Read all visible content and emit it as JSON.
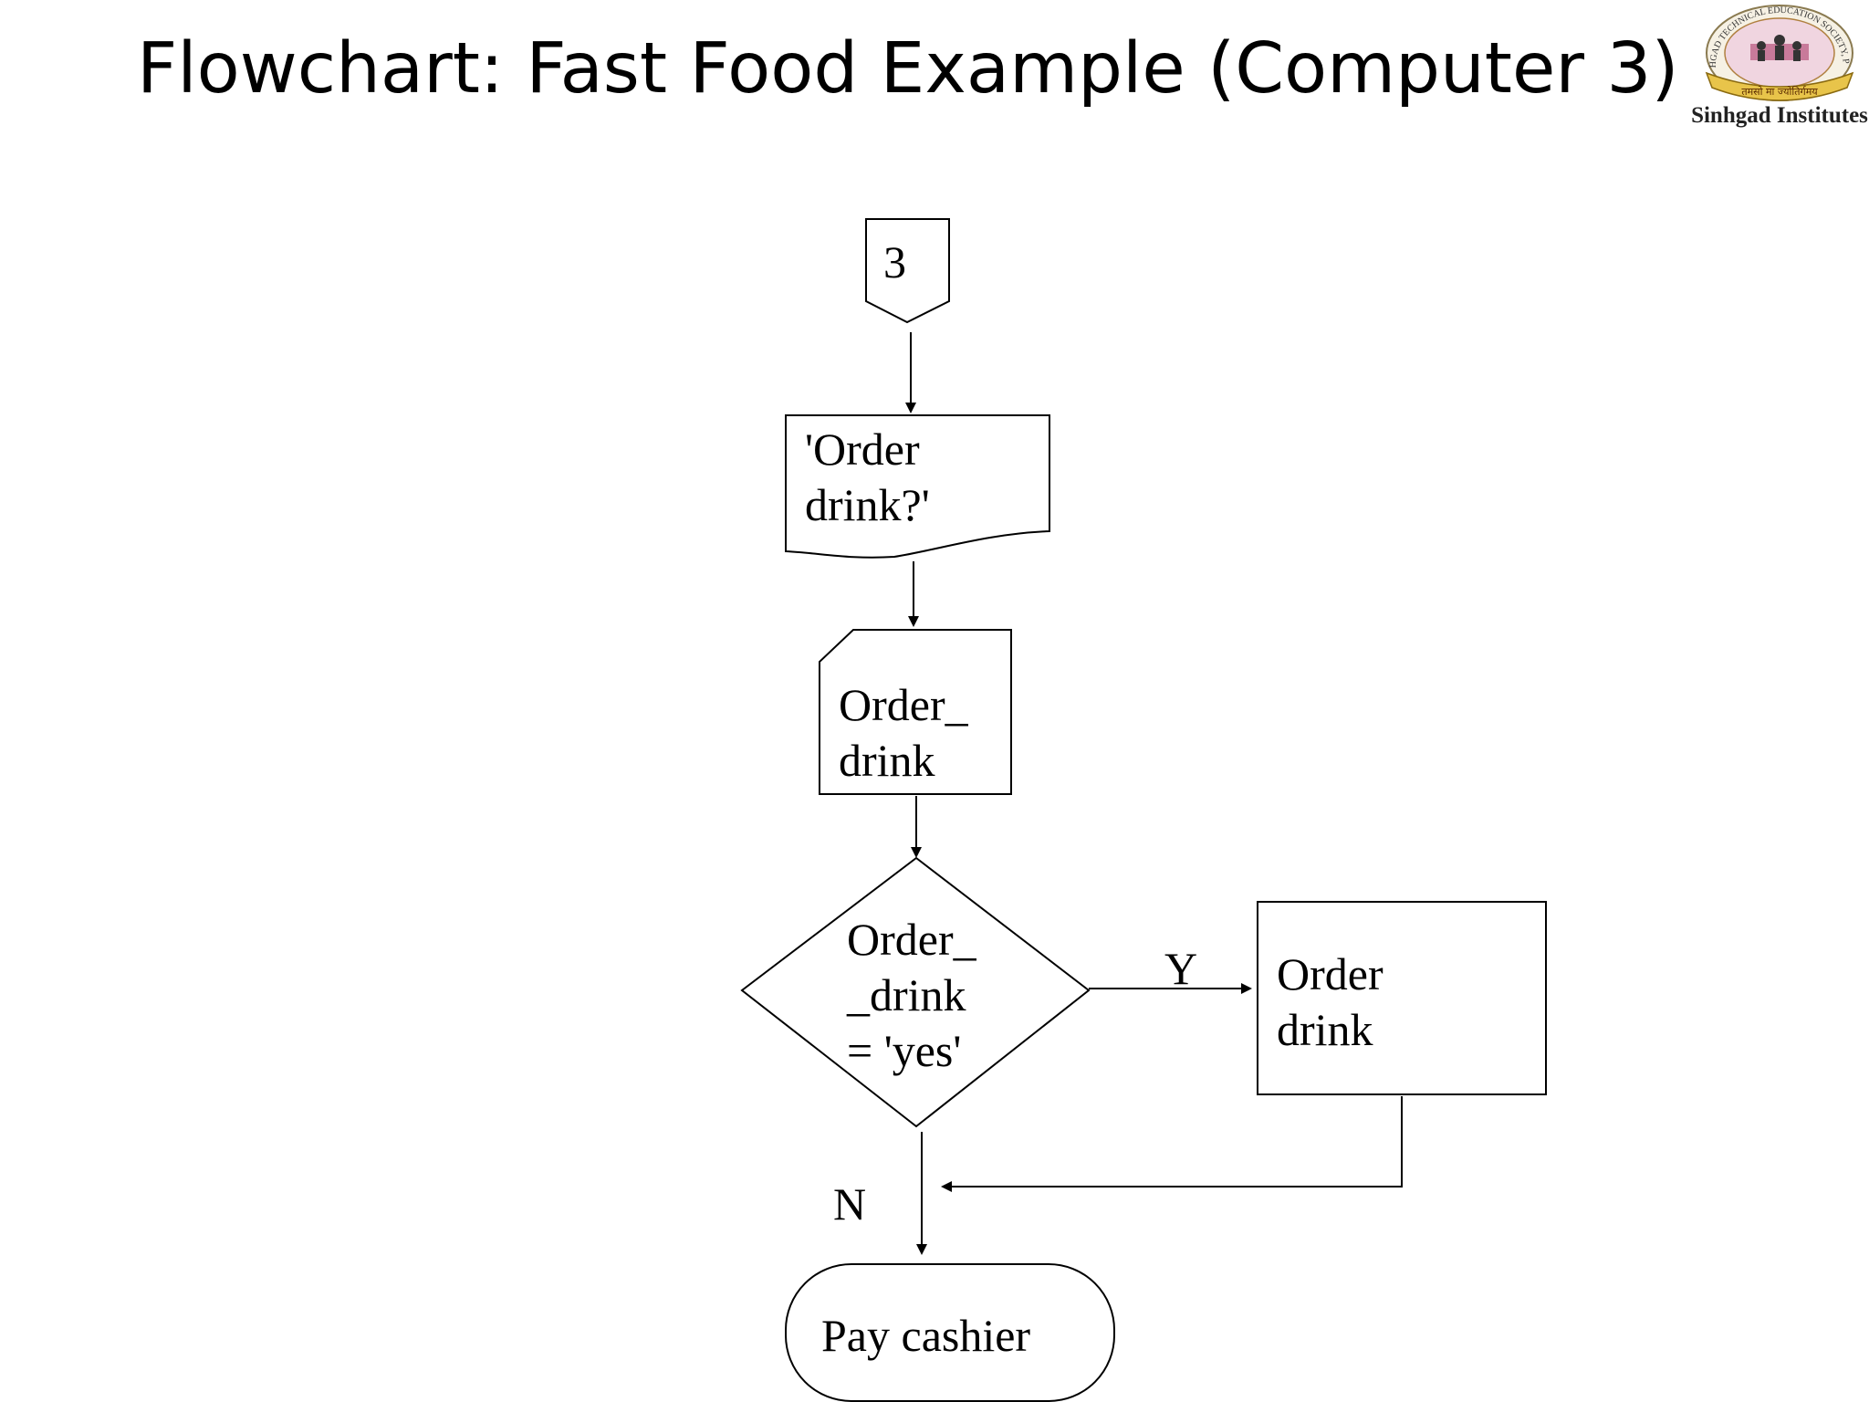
{
  "title": "Flowchart: Fast Food Example (Computer 3)",
  "logo": {
    "ring_text": "SINHGAD TECHNICAL EDUCATION SOCIETY, PUNE",
    "banner_text": "तमसो मा ज्योतिर्गमय",
    "caption": "Sinhgad Institutes"
  },
  "flowchart": {
    "connector": {
      "label": "3"
    },
    "display": {
      "line1": "'Order",
      "line2": "drink?'"
    },
    "input": {
      "line1": "Order_",
      "line2": "drink"
    },
    "decision": {
      "line1": "Order_",
      "line2": "_drink",
      "line3": "= 'yes'"
    },
    "process": {
      "line1": "Order",
      "line2": "drink"
    },
    "terminal": {
      "label": "Pay cashier"
    },
    "yes_label": "Y",
    "no_label": "N"
  }
}
